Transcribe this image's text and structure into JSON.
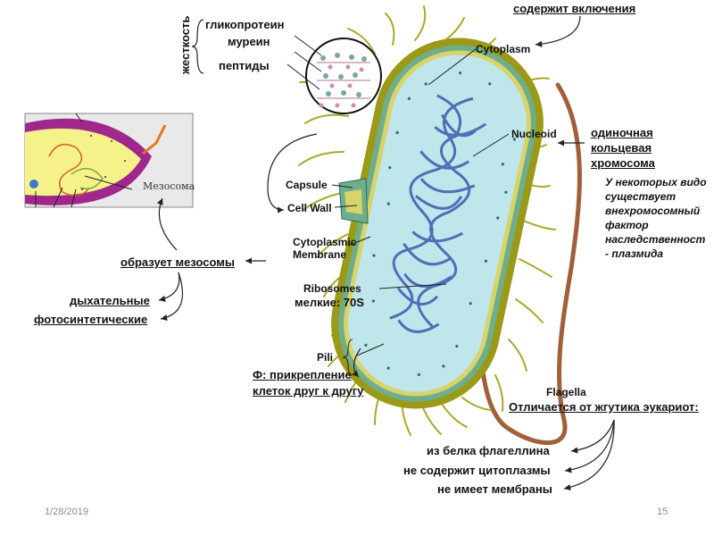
{
  "rigidity": "жесткость",
  "wall_components": [
    "гликопротеин",
    "муреин",
    "пептиды"
  ],
  "cytoplasm_note": "содержит включения",
  "labels": {
    "cytoplasm": "Cytoplasm",
    "nucleoid": "Nucleoid",
    "capsule": "Capsule",
    "cell_wall": "Cell Wall",
    "cytoplasmic_membrane": [
      "Cytoplasmic",
      "Membrane"
    ],
    "ribosomes": "Ribosomes",
    "pili": "Pili",
    "flagella": "Flagella",
    "mesosome": "Мезосома"
  },
  "chromosome_note": [
    "одиночная",
    "кольцевая",
    "хромосома"
  ],
  "plasmid_note": [
    "У некоторых видо",
    "существует",
    "внехромосомный",
    "фактор",
    "наследственност",
    "- плазмида"
  ],
  "membrane_note": "образует мезосомы",
  "mesosome_types": [
    "дыхательные",
    "фотосинтетические"
  ],
  "ribosome_size": "мелкие: 70S",
  "pili_function": [
    "Ф: прикрепление",
    "клеток друг к другу"
  ],
  "flagella_diff": {
    "title": "Отличается от жгутика эукариот:",
    "items": [
      "из белка флагеллина",
      "не содержит цитоплазмы",
      "не имеет мембраны"
    ]
  },
  "footer": {
    "date": "1/28/2019",
    "page": "15"
  },
  "colors": {
    "capsule": "#9a9a18",
    "cell_wall": "#6fae8c",
    "cytoplasm": "#bfe6ea",
    "nucleoid": "#4e6fb8",
    "flagellum": "#a0603a",
    "pili": "#a9a92a",
    "mesosome_wall": "#a0288c",
    "mesosome_cytoplasm": "#f6f28a"
  }
}
